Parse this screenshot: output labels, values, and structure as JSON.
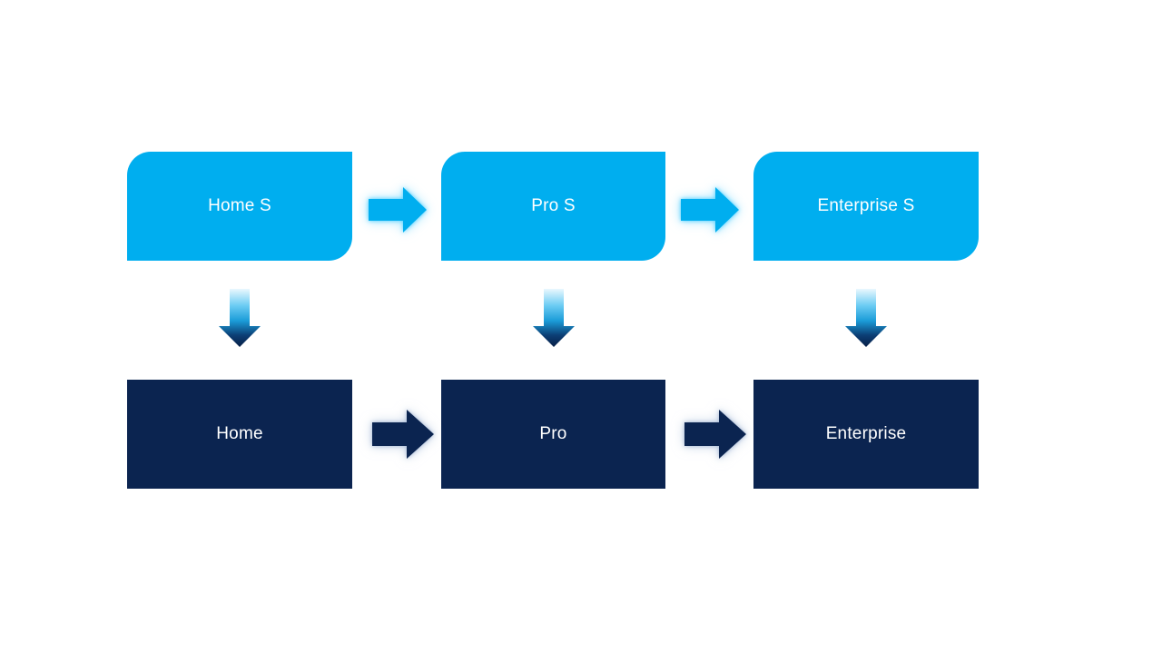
{
  "diagram": {
    "colors": {
      "background": "#FFFFFF",
      "top_box_fill": "#00AEEF",
      "bottom_box_fill": "#0B2450",
      "label_text": "#FFFFFF",
      "light_arrow": "#00AEEF",
      "dark_arrow": "#0B2450",
      "down_arrow_gradient_top": "#EAF8FE",
      "down_arrow_gradient_mid": "#1B9CD8",
      "down_arrow_gradient_bottom": "#081F47"
    },
    "rows": {
      "top": [
        {
          "label": "Home S"
        },
        {
          "label": "Pro S"
        },
        {
          "label": "Enterprise S"
        }
      ],
      "bottom": [
        {
          "label": "Home"
        },
        {
          "label": "Pro"
        },
        {
          "label": "Enterprise"
        }
      ]
    },
    "connectors": {
      "top_horizontal_icon": "right-arrow",
      "bottom_horizontal_icon": "right-arrow",
      "vertical_icon": "down-arrow"
    }
  }
}
